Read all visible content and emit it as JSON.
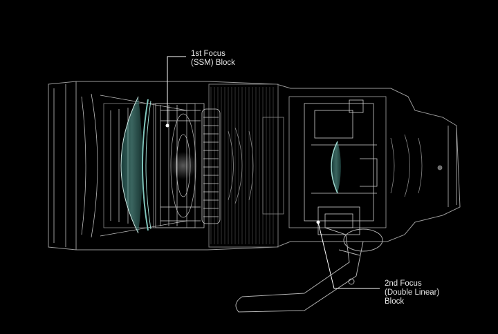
{
  "callouts": {
    "first": {
      "lines": [
        "1st Focus",
        "(SSM) Block"
      ]
    },
    "second": {
      "lines": [
        "2nd Focus",
        "(Double Linear)",
        "Block"
      ]
    }
  },
  "colors": {
    "background": "#000000",
    "wire": "#cfcfcf",
    "glass": "#3f8f88",
    "callout_text": "#e6e6e6"
  }
}
